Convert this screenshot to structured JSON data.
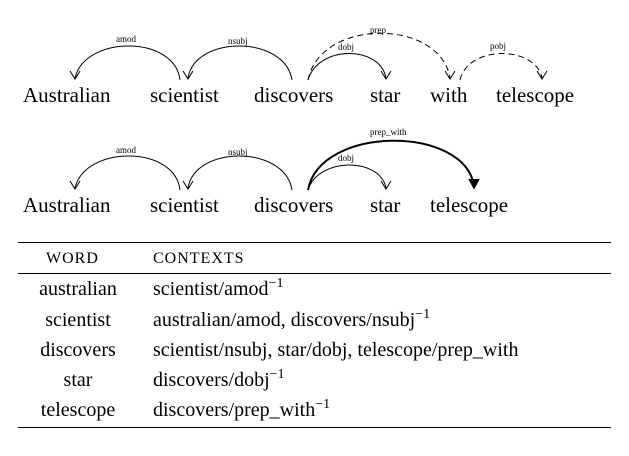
{
  "example1": {
    "tokens": [
      "Australian",
      "scientist",
      "discovers",
      "star",
      "with",
      "telescope"
    ],
    "arcs": [
      "amod",
      "nsubj",
      "dobj",
      "prep",
      "pobj"
    ]
  },
  "example2": {
    "tokens": [
      "Australian",
      "scientist",
      "discovers",
      "star",
      "telescope"
    ],
    "arcs": [
      "amod",
      "nsubj",
      "dobj",
      "prep_with"
    ]
  },
  "table": {
    "header_word": "WORD",
    "header_contexts": "CONTEXTS",
    "rows": [
      {
        "word": "australian",
        "context": "scientist/amod",
        "sup": "−1"
      },
      {
        "word": "scientist",
        "context": "australian/amod, discovers/nsubj",
        "sup": "−1"
      },
      {
        "word": "discovers",
        "context": "scientist/nsubj, star/dobj, telescope/prep_with",
        "sup": ""
      },
      {
        "word": "star",
        "context": "discovers/dobj",
        "sup": "−1"
      },
      {
        "word": "telescope",
        "context": "discovers/prep_with",
        "sup": "−1"
      }
    ]
  }
}
